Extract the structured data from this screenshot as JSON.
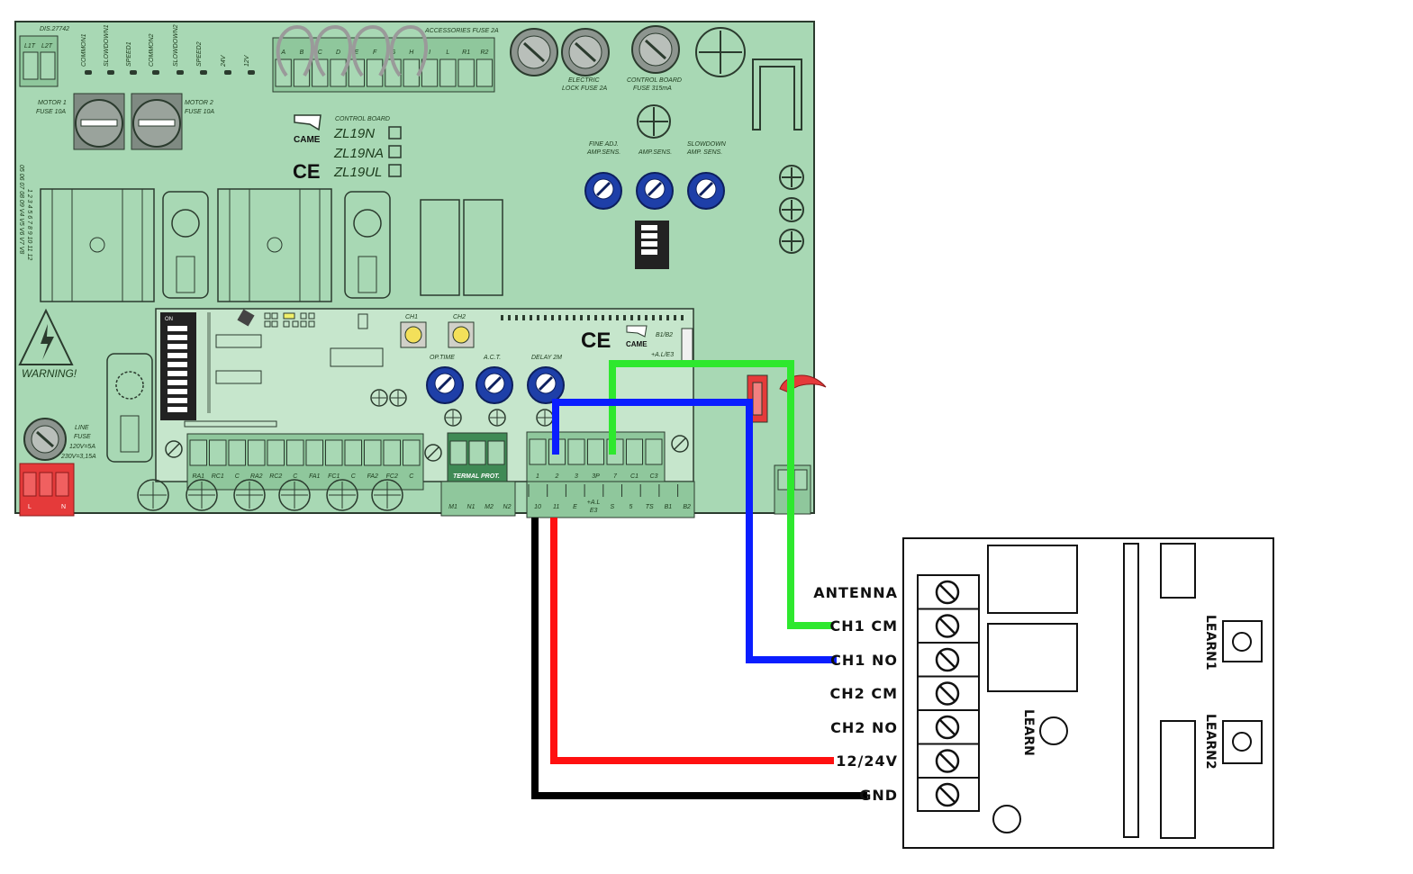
{
  "board": {
    "dis_code": "DIS.27742",
    "brand": "CAME",
    "control_board_label": "CONTROL BOARD",
    "models": [
      "ZL19N",
      "ZL19NA",
      "ZL19UL"
    ],
    "ce_mark": "CE",
    "warning": "WARNING!",
    "fuses": {
      "accessories": "ACCESSORIES FUSE 2A",
      "electric_lock_1": "ELECTRIC",
      "electric_lock_2": "LOCK FUSE 2A",
      "control_board_1": "CONTROL BOARD",
      "control_board_2": "FUSE 315mA",
      "motor1_1": "MOTOR 1",
      "motor1_2": "FUSE 10A",
      "motor2_1": "MOTOR 2",
      "motor2_2": "FUSE 10A",
      "line_1": "LINE",
      "line_2": "FUSE",
      "line_3": "120V=5A",
      "line_4": "230V=3,15A"
    },
    "top_left_terminals": [
      "L1T",
      "L2T"
    ],
    "led_labels": [
      "COMMON1",
      "SLOWDOWN1",
      "SPEED1",
      "COMMON2",
      "SLOWDOWN2",
      "SPEED2",
      "24V",
      "12V"
    ],
    "accessory_terminals": [
      "A",
      "B",
      "C",
      "D",
      "E",
      "F",
      "G",
      "H",
      "I",
      "L",
      "R1",
      "R2"
    ],
    "trimmers_upper": [
      {
        "l1": "FINE ADJ.",
        "l2": "AMP.SENS."
      },
      {
        "l1": "",
        "l2": "AMP.SENS."
      },
      {
        "l1": "SLOWDOWN",
        "l2": "AMP. SENS."
      }
    ],
    "trimmers_lower": [
      "OP.TIME",
      "A.C.T.",
      "DELAY 2M"
    ],
    "buttons": [
      "CH1",
      "CH2"
    ],
    "terminal_prot": "TERMAL PROT.",
    "bottom_terminals_left": [
      "RA1",
      "RC1",
      "C",
      "RA2",
      "RC2",
      "C",
      "FA1",
      "FC1",
      "C",
      "FA2",
      "FC2",
      "C"
    ],
    "motor_terminals": [
      "M1",
      "N1",
      "M2",
      "N2"
    ],
    "control_terminals_upper": [
      "1",
      "2",
      "3",
      "3P",
      "7",
      "C1",
      "C3"
    ],
    "control_terminals_lower": [
      "10",
      "11",
      "E",
      "+A.L E3",
      "S",
      "5",
      "TS",
      "B1",
      "B2"
    ],
    "power_terminals": [
      "L",
      "N"
    ],
    "b1b2": "B1/B2",
    "ale3": "+A.L/E3",
    "dip_on": "ON"
  },
  "receiver": {
    "terminals": [
      "ANTENNA",
      "CH1 CM",
      "CH1 NO",
      "CH2 CM",
      "CH2 NO",
      "12/24V",
      "GND"
    ],
    "learn_main": "LEARN",
    "learn1": "LEARN1",
    "learn2": "LEARN2"
  },
  "wires": [
    {
      "name": "green",
      "color": "#2ee82e",
      "from": "7",
      "to": "CH1 CM"
    },
    {
      "name": "blue",
      "color": "#0a1eff",
      "from": "2",
      "to": "CH1 NO"
    },
    {
      "name": "red",
      "color": "#ff1010",
      "from": "11",
      "to": "12/24V"
    },
    {
      "name": "black",
      "color": "#000000",
      "from": "10",
      "to": "GND"
    }
  ],
  "colors": {
    "board_green": "#a8d8b4",
    "board_dark": "#2b3b2e",
    "trimmer_blue": "#1e3fa8",
    "power_red": "#e53a3a"
  }
}
